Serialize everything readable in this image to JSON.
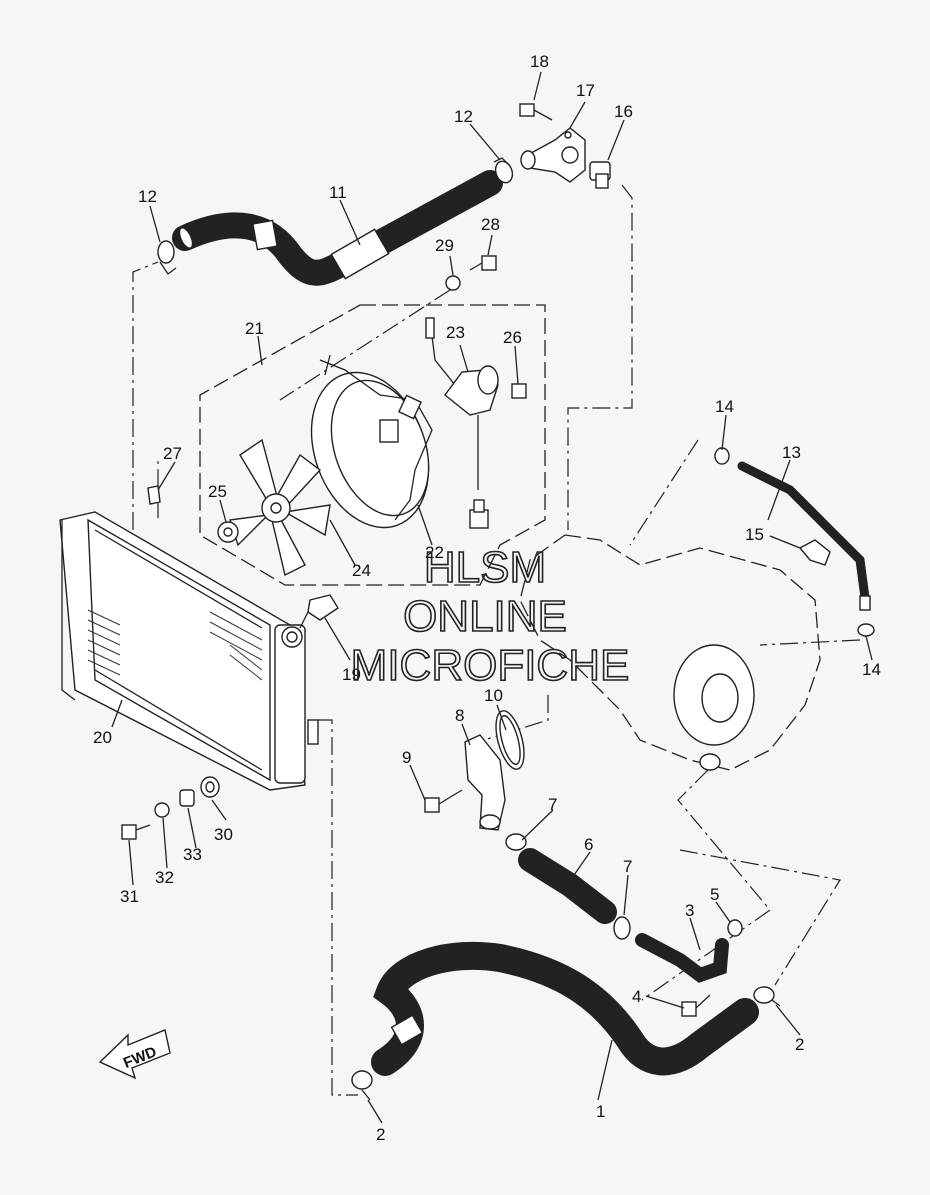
{
  "watermark": {
    "line1": "HLSM",
    "line2": "ONLINE",
    "line3": "MICROFICHE"
  },
  "direction_marker": "FWD",
  "part_labels": [
    "1",
    "2",
    "2",
    "3",
    "4",
    "5",
    "6",
    "7",
    "7",
    "8",
    "9",
    "10",
    "11",
    "12",
    "12",
    "13",
    "14",
    "14",
    "15",
    "16",
    "17",
    "18",
    "19",
    "20",
    "21",
    "22",
    "23",
    "24",
    "25",
    "26",
    "27",
    "28",
    "29",
    "30",
    "31",
    "32",
    "33"
  ]
}
